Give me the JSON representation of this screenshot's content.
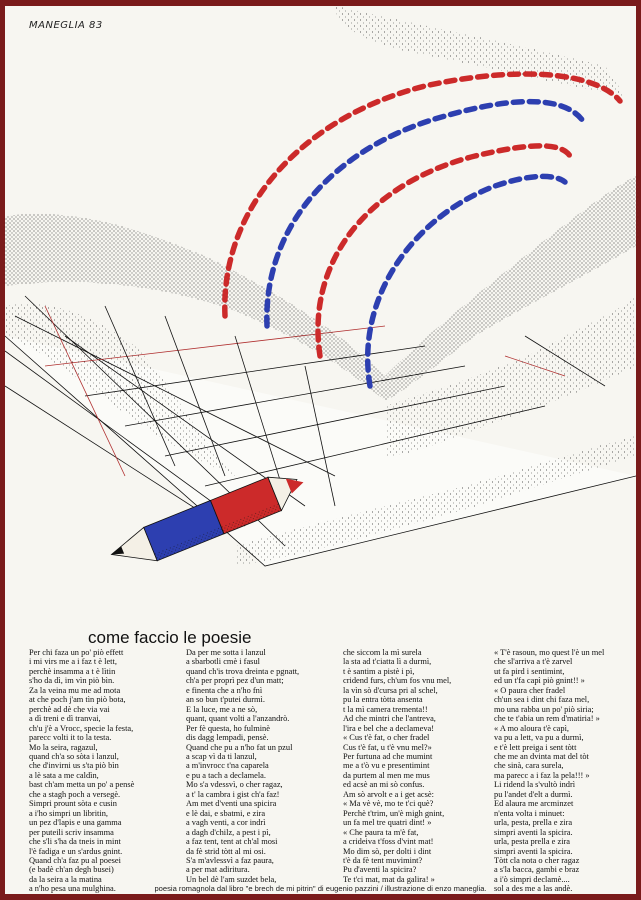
{
  "signature": "MANEGLIA 83",
  "title": "come faccio le poesie",
  "columns": [
    [
      "Per chi faza un po' piò effett",
      "i mi virs me a i faz t è lett,",
      "perchè insamma a t è lìtin",
      "s'ho da dì, im vìn piò bìn.",
      "Za la veina mu me ad mota",
      "at che poch j'am tìn piò bota,",
      "perchè ad dè che via vai",
      "a dì treni e dì tranvai,",
      "ch'u j'è a Vrocc, specie la festa,",
      "parecc volti it to la testa.",
      "Mo la seira, ragazul,",
      "quand ch'a so sòta i lanzul,",
      "che d'invirni us s'ta piò bìn",
      "a lè sata a me caldìn,",
      "bast ch'am metta un po' a pensè",
      "che a stagh poch a versegè.",
      "Simpri prount sòta e cusin",
      "a i'ho simpri un libritin,",
      "un pez d'lapis e una gamma",
      "per puteili scriv insamma",
      "che s'li s'ha da tneis in mint",
      "l'è fadiga e un s'ardus gnint.",
      "Quand ch'a faz pu al poesei",
      "(e badè ch'an degh busei)",
      "da la seira a la matina",
      "a n'ho pesa una mulghina."
    ],
    [
      "Da per me sotta i lanzul",
      "a sbarbotli cmè i fasul",
      "quand ch'is trova dreinta e pgnatt,",
      "ch'a per proprì pez d'un matt;",
      "e finenta che a n'ho fnì",
      "an so bun t'putei durmì.",
      "E la luce, me a ne sò,",
      "quant, quant volti a l'anzandrò.",
      "Per fè questa, ho fulminè",
      "dis dagg lempadi, pensè.",
      "Quand che pu a n'ho fat un pzul",
      "a scap vì da ti lanzul,",
      "a m'invrocc t'na caparela",
      "e pu a tach a declamela.",
      "Mo s'a vdessvì, o cher ragaz,",
      "a t' la cambra i gist ch'a faz!",
      "Am met d'venti una spicira",
      "e lè dai, e sbatmi, e zira",
      "a vagh venti, a cor indrì",
      "a dagh d'chilz, a pest i pì,",
      "a faz tent, tent at ch'al mosi",
      "da fè strid tòtt al mi osi.",
      "S'a m'avlessvì a faz paura,",
      "a per mat adiritura.",
      "Un bel dè l'am suzdet bela,"
    ],
    [
      "che siccom la mì surela",
      "la sta ad t'ciatta lì a durmì,",
      "t è santim a pistè i pì,",
      "cridend furs, ch'um fos vnu mel,",
      "la vìn sò d'cursa pri al schel,",
      "pu la entra tòtta ansenta",
      "t la mì camera trementa!!",
      "Ad che mintri che l'antreva,",
      "l'ira e bel che a declameva!",
      "« Cus t'è fat, o cher fradel",
      "Cus t'è fat, u t'è vnu mel?»",
      "Per furtuna ad che mumint",
      "me a t'ò vu e presentimint",
      "da purtem al men me mus",
      "ed acsè an mi sò confus.",
      "Am sò arvolt e a i get acsè:",
      "« Ma vè vè, mo te t'ci què?",
      "Perchè t'trim, un'è migh gnint,",
      "un fa mel tre quatri dint! »",
      "« Che paura ta m'è fat,",
      "a crideiva t'foss d'vint mat!",
      "Mo dim sò, per dolti i dint",
      "t'è da fè tent muvimint?",
      "Pu d'aventi la spicira?",
      "Te t'ci mat, mat da galira! »"
    ],
    [
      "« T'è rasoun, mo quest l'è un mel",
      "che sl'arriva a t'è zarvel",
      "ut fa pird i sentimint,",
      "ed un t'fa capì piò gnint!! »",
      "« O paura cher fradel",
      "ch'un sea i dint chi faza mel,",
      "mo una rabba un po' piò siria;",
      "che te t'abia un rem d'matiria! »",
      "« A mo aloura t'è capì,",
      "va pu a lett, va pu a durmì,",
      "e t'è lett preiga i sent tòtt",
      "che me an dvinta mat del tòt",
      "che sinà, cara surela,",
      "ma parecc a i faz la pela!!! »",
      "Li ridend la s'vultò indrì",
      "pu l'andet d'elt a durmì.",
      "Ed alaura me arcminzet",
      "n'enta volta i minuet:",
      "urla, pesta, prella e zira",
      "simpri aventi la spicira.",
      "urla, pesta prella e zira",
      "simpri aventi la spicira.",
      "Tòtt cla nota o cher ragaz",
      "a s'la bacca, gambi e braz",
      "a i'ò simpri declamè....",
      "sol a des me a las andè."
    ]
  ],
  "caption": "poesia romagnola dal libro \"e brech de mi pitrin\" di eugenio pazzini / illustrazione di enzo maneglia.",
  "colors": {
    "frame": "#7a1b1b",
    "paper": "#f7f6f1",
    "red": "#cc2a2a",
    "blue": "#2d3fb0",
    "grid": "#b03030",
    "ink": "#111111"
  }
}
